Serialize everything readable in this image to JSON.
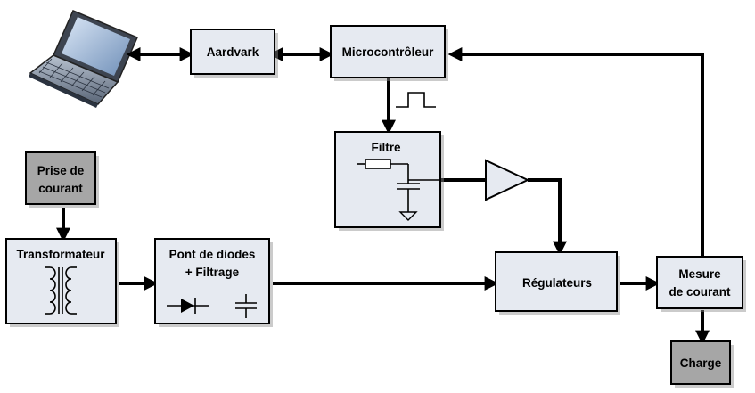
{
  "blocks": {
    "aardvark": "Aardvark",
    "microcontroller": "Microcontrôleur",
    "filter": "Filtre",
    "outlet_line1": "Prise de",
    "outlet_line2": "courant",
    "transformer": "Transformateur",
    "bridge_line1": "Pont de diodes",
    "bridge_line2": "+ Filtrage",
    "regulators": "Régulateurs",
    "current_line1": "Mesure",
    "current_line2": "de courant",
    "load": "Charge"
  },
  "icons": {
    "computer": "laptop-icon",
    "pwm": "square-wave-icon",
    "transformer": "transformer-coil-icon",
    "diode": "diode-icon",
    "capacitor": "capacitor-icon",
    "amplifier": "amplifier-triangle-icon"
  },
  "colors": {
    "block_fill": "#e6eaf1",
    "dark_block_fill": "#a6a6a6",
    "line": "#000000"
  }
}
